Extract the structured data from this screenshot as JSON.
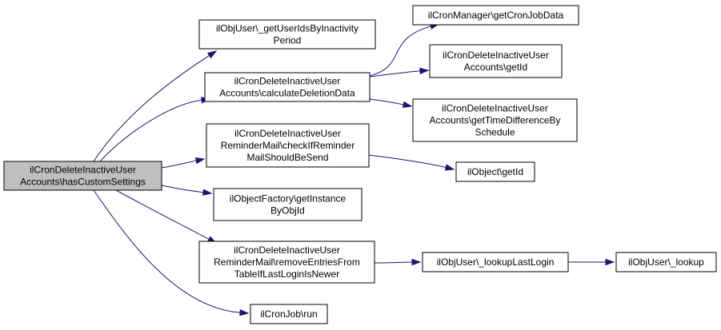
{
  "nodes": [
    {
      "id": "root",
      "lines": [
        "ilCronDeleteInactiveUser",
        "Accounts\\hasCustomSettings"
      ],
      "root": true
    },
    {
      "id": "getUserIds",
      "lines": [
        "ilObjUser\\_getUserIdsByInactivity",
        "Period"
      ]
    },
    {
      "id": "calcDeletion",
      "lines": [
        "ilCronDeleteInactiveUser",
        "Accounts\\calculateDeletionData"
      ]
    },
    {
      "id": "checkReminder",
      "lines": [
        "ilCronDeleteInactiveUser",
        "ReminderMail\\checkIfReminder",
        "MailShouldBeSend"
      ]
    },
    {
      "id": "getInstance",
      "lines": [
        "ilObjectFactory\\getInstance",
        "ByObjId"
      ]
    },
    {
      "id": "removeEntries",
      "lines": [
        "ilCronDeleteInactiveUser",
        "ReminderMail\\removeEntriesFrom",
        "TableIfLastLoginIsNewer"
      ]
    },
    {
      "id": "cronRun",
      "lines": [
        "ilCronJob\\run"
      ]
    },
    {
      "id": "getCronJobData",
      "lines": [
        "ilCronManager\\getCronJobData"
      ]
    },
    {
      "id": "getIdAcc",
      "lines": [
        "ilCronDeleteInactiveUser",
        "Accounts\\getId"
      ]
    },
    {
      "id": "timeDiff",
      "lines": [
        "ilCronDeleteInactiveUser",
        "Accounts\\getTimeDifferenceBy",
        "Schedule"
      ]
    },
    {
      "id": "objGetId",
      "lines": [
        "ilObject\\getId"
      ]
    },
    {
      "id": "lookupLastLogin",
      "lines": [
        "ilObjUser\\_lookupLastLogin"
      ]
    },
    {
      "id": "lookup",
      "lines": [
        "ilObjUser\\_lookup"
      ]
    }
  ],
  "edges": [
    {
      "from": "root",
      "to": "getUserIds"
    },
    {
      "from": "root",
      "to": "calcDeletion"
    },
    {
      "from": "root",
      "to": "checkReminder"
    },
    {
      "from": "root",
      "to": "getInstance"
    },
    {
      "from": "root",
      "to": "removeEntries"
    },
    {
      "from": "root",
      "to": "cronRun"
    },
    {
      "from": "calcDeletion",
      "to": "getCronJobData"
    },
    {
      "from": "calcDeletion",
      "to": "getIdAcc"
    },
    {
      "from": "calcDeletion",
      "to": "timeDiff"
    },
    {
      "from": "checkReminder",
      "to": "objGetId"
    },
    {
      "from": "removeEntries",
      "to": "lookupLastLogin"
    },
    {
      "from": "lookupLastLogin",
      "to": "lookup"
    }
  ],
  "colors": {
    "edge": "#191970",
    "root_fill": "#bfbfbf",
    "node_fill": "#ffffff",
    "border": "#000000"
  }
}
